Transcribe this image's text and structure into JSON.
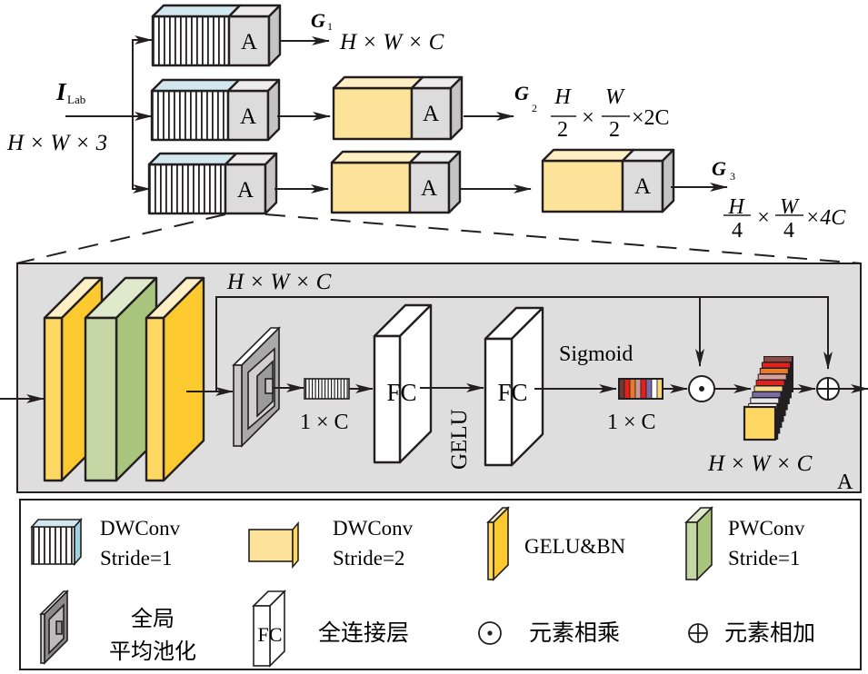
{
  "diagram": {
    "title": "Multi-scale feature extraction with attention module A",
    "input": {
      "symbol": "I",
      "subscript": "Lab",
      "shape": "H × W × 3"
    },
    "module_label": "A",
    "outputs": [
      {
        "symbol": "G",
        "subscript": "1",
        "shape_text": "H × W × C"
      },
      {
        "symbol": "G",
        "subscript": "2",
        "frac_num_h": "H",
        "frac_den_h": "2",
        "frac_num_w": "W",
        "frac_den_w": "2",
        "times": "×",
        "suffix": "×2C"
      },
      {
        "symbol": "G",
        "subscript": "3",
        "frac_num_h": "H",
        "frac_den_h": "4",
        "frac_num_w": "W",
        "frac_den_w": "4",
        "times": "×",
        "suffix": "×4C"
      }
    ],
    "detail": {
      "skip_shape": "H × W × C",
      "pool_out_shape": "1 × C",
      "fc1_label": "FC",
      "fc2_label": "FC",
      "activation": "GELU",
      "sigmoid_label": "Sigmoid",
      "sigmoid_out_shape": "1 × C",
      "multiply_symbol": "⊙",
      "add_symbol": "⊕",
      "out_shape": "H × W × C",
      "panel_label": "A"
    },
    "legend": [
      {
        "icon": "dwconv-stride1-icon",
        "line1": "DWConv",
        "line2": "Stride=1"
      },
      {
        "icon": "dwconv-stride2-icon",
        "line1": "DWConv",
        "line2": "Stride=2"
      },
      {
        "icon": "gelu-bn-icon",
        "line1": "GELU&BN",
        "line2": ""
      },
      {
        "icon": "pwconv-icon",
        "line1": "PWConv",
        "line2": "Stride=1"
      },
      {
        "icon": "global-avg-pool-icon",
        "line1": "全局",
        "line2": "平均池化"
      },
      {
        "icon": "fc-layer-icon",
        "icon_text": "FC",
        "line1": "全连接层",
        "line2": ""
      },
      {
        "icon": "elementwise-multiply-icon",
        "line1": "元素相乘",
        "line2": ""
      },
      {
        "icon": "elementwise-add-icon",
        "line1": "元素相加",
        "line2": ""
      }
    ],
    "colors": {
      "dwconv_top": "#d2e8ee",
      "dwconv_side": "#9fd3e0",
      "a_front": "#dcdcdc",
      "a_top": "#ececec",
      "a_side": "#c4c4c4",
      "yellow_front": "#fde39a",
      "yellow_top": "#fef0c4",
      "gelu_front": "#ffd863",
      "gelu_side": "#fcca2e",
      "pw_front": "#c6d7a6",
      "pw_side": "#a9c47d",
      "pw_top": "#dfe9cb",
      "panel_bg": "#dedede",
      "stroke": "#231f20"
    },
    "sigmoid_bar_colors": [
      "#6b3a33",
      "#e3201b",
      "#e57a27",
      "#c99797",
      "#e3201b",
      "#7a6aa6",
      "#ffffff",
      "#f8d67a"
    ],
    "feature_stack_colors": [
      "#8b4a45",
      "#e3201b",
      "#e57a27",
      "#d6a09c",
      "#e3201b",
      "#f5dc8f",
      "#7a6aa6",
      "#e7e7e7",
      "#ffffff"
    ]
  }
}
